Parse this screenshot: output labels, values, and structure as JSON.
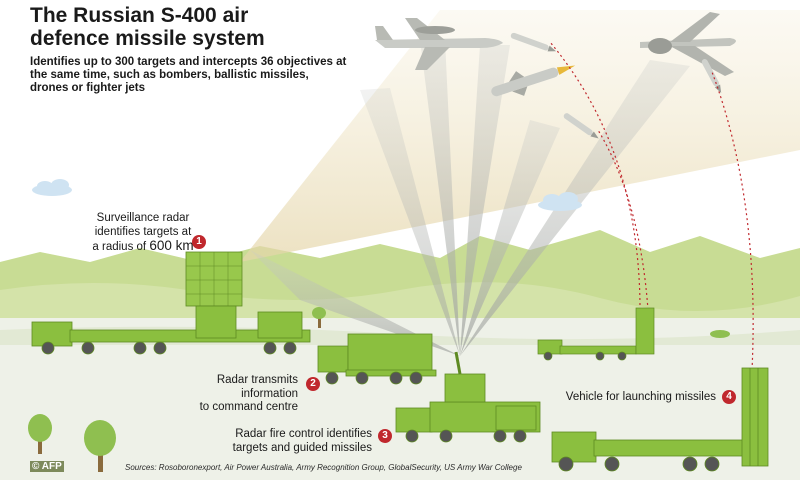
{
  "title": "The Russian S-400 air defence missile system",
  "subtitle": "Identifies up to 300 targets and intercepts 36 objectives at the same time, such as bombers, ballistic missiles, drones or fighter jets",
  "steps": [
    {
      "number": "1",
      "line1": "Surveillance radar",
      "line2": "identifies targets at",
      "line3": "a radius of",
      "range": "600 km"
    },
    {
      "number": "2",
      "line1": "Radar transmits information",
      "line2": "to command centre"
    },
    {
      "number": "3",
      "line1": "Radar fire control identifies",
      "line2": "targets and guided missiles"
    },
    {
      "number": "4",
      "line1": "Vehicle for launching missiles"
    }
  ],
  "credit": "© AFP",
  "sources": "Sources: Rosoboronexport, Air Power Australia, Army Recognition Group, GlobalSecurity, US Army War College",
  "colors": {
    "vehicle_green": "#8bbf3f",
    "marker_red": "#c0282d",
    "beam_tan": "#e9dcb5",
    "sky_gray": "#a9acaa",
    "ground": "#eef1e8"
  },
  "icons": [
    "aircraft",
    "missile",
    "drone",
    "tree",
    "cloud",
    "radar-truck"
  ]
}
